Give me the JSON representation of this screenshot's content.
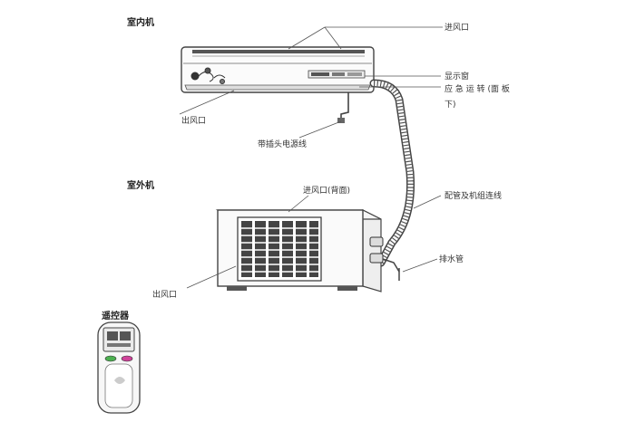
{
  "sections": {
    "indoor": "室内机",
    "outdoor": "室外机",
    "remote": "遥控器"
  },
  "labels": {
    "indoor_air_inlet": "进风口",
    "display": "显示窗",
    "emergency_line1": "应 急 运 转 (面 板",
    "emergency_line2": "下)",
    "indoor_air_outlet": "出风口",
    "power_cord": "带插头电源线",
    "outdoor_air_inlet": "进风口(背面)",
    "piping": "配管及机组连线",
    "drain_pipe": "排水管",
    "outdoor_air_outlet": "出风口"
  }
}
